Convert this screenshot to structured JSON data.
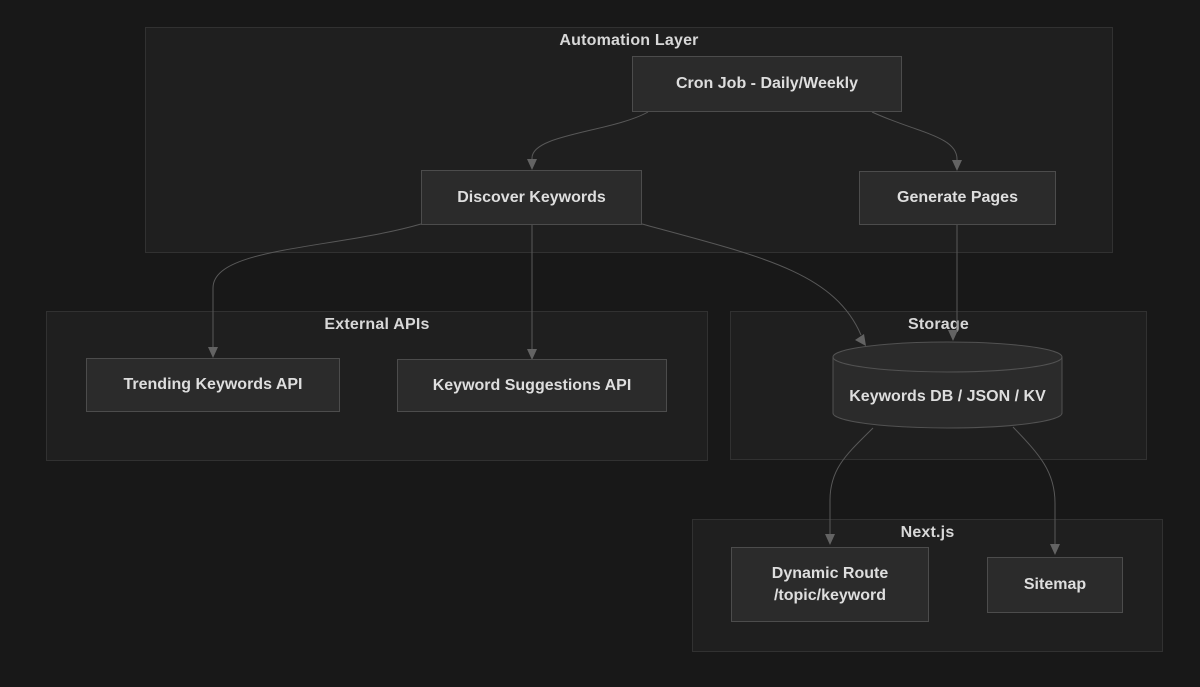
{
  "diagram": {
    "type": "flowchart",
    "groups": [
      {
        "title": "Automation Layer"
      },
      {
        "title": "External APIs"
      },
      {
        "title": "Storage"
      },
      {
        "title": "Next.js"
      }
    ],
    "nodes": {
      "cron_job": {
        "label": "Cron Job - Daily/Weekly"
      },
      "discover_keywords": {
        "label": "Discover Keywords"
      },
      "generate_pages": {
        "label": "Generate Pages"
      },
      "trending_api": {
        "label": "Trending Keywords API"
      },
      "suggestions_api": {
        "label": "Keyword Suggestions API"
      },
      "keywords_db": {
        "label": "Keywords DB / JSON / KV"
      },
      "dynamic_route": {
        "line1": "Dynamic Route",
        "line2": "/topic/keyword"
      },
      "sitemap": {
        "label": "Sitemap"
      }
    },
    "edges": [
      {
        "from": "Cron Job - Daily/Weekly",
        "to": "Discover Keywords"
      },
      {
        "from": "Cron Job - Daily/Weekly",
        "to": "Generate Pages"
      },
      {
        "from": "Discover Keywords",
        "to": "Trending Keywords API"
      },
      {
        "from": "Discover Keywords",
        "to": "Keyword Suggestions API"
      },
      {
        "from": "Discover Keywords",
        "to": "Keywords DB / JSON / KV"
      },
      {
        "from": "Generate Pages",
        "to": "Keywords DB / JSON / KV"
      },
      {
        "from": "Keywords DB / JSON / KV",
        "to": "Dynamic Route /topic/keyword"
      },
      {
        "from": "Keywords DB / JSON / KV",
        "to": "Sitemap"
      }
    ],
    "colors": {
      "background": "#181818",
      "cluster_fill": "#1f1f1f",
      "cluster_border": "#313131",
      "node_fill": "#2b2b2b",
      "node_border": "#4c4c4c",
      "edge": "#585858",
      "text": "#dedede"
    }
  }
}
